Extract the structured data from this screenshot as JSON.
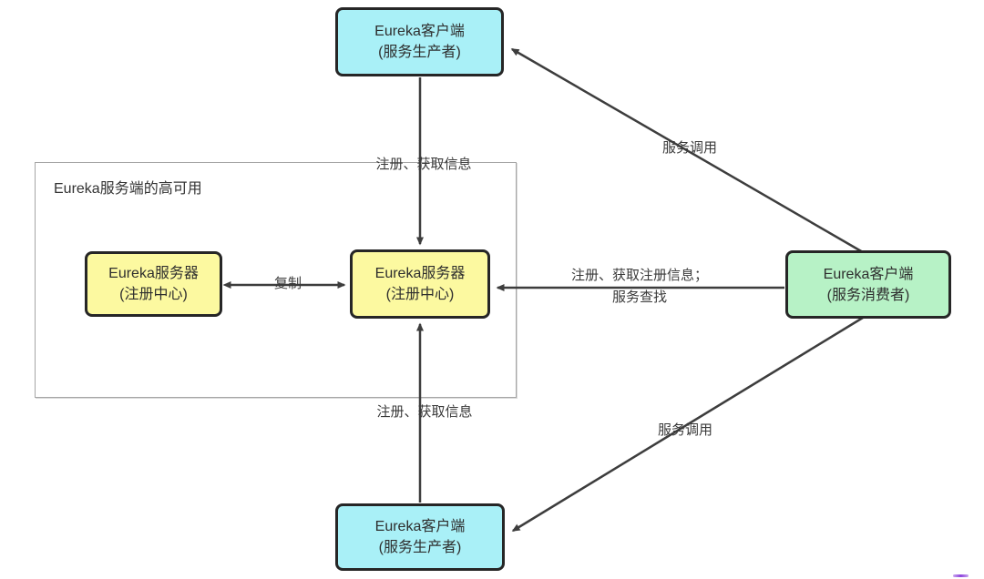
{
  "diagram": {
    "group": {
      "label": "Eureka服务端的高可用"
    },
    "nodes": {
      "client_producer_top": {
        "line1": "Eureka客户端",
        "line2": "(服务生产者)",
        "fill": "#a9f0f7"
      },
      "client_producer_bottom": {
        "line1": "Eureka客户端",
        "line2": "(服务生产者)",
        "fill": "#a9f0f7"
      },
      "client_consumer": {
        "line1": "Eureka客户端",
        "line2": "(服务消费者)",
        "fill": "#b7f2c6"
      },
      "server_center": {
        "line1": "Eureka服务器",
        "line2": "(注册中心)",
        "fill": "#fcf9a0"
      },
      "server_left": {
        "line1": "Eureka服务器",
        "line2": "(注册中心)",
        "fill": "#fcf9a0"
      }
    },
    "edges": {
      "register_top": {
        "label": "注册、获取信息"
      },
      "register_bottom": {
        "label": "注册、获取信息"
      },
      "replicate": {
        "label": "复制"
      },
      "consumer_register": {
        "line1": "注册、获取注册信息；",
        "line2": "服务查找"
      },
      "invoke_top": {
        "label": "服务调用"
      },
      "invoke_bottom": {
        "label": "服务调用"
      }
    },
    "colors": {
      "node_border": "#262626",
      "arrow": "#3d3d3d",
      "group_border": "#a6a6a6",
      "cyan": "#a9f0f7",
      "green": "#b7f2c6",
      "yellow": "#fcf9a0",
      "purple_mark": "#8e44dd"
    }
  }
}
